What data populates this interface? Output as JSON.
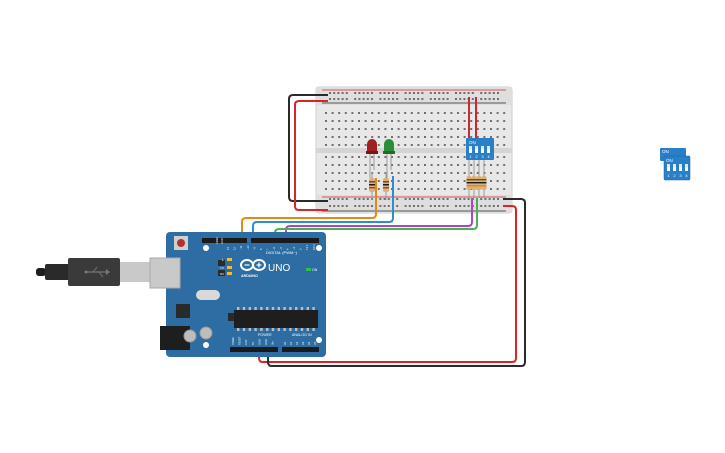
{
  "arduino": {
    "brand": "ARDUINO",
    "model": "UNO",
    "digital_label": "DIGITAL (PWM~)",
    "power_label": "POWER",
    "analog_label": "ANALOG IN",
    "on_label": "ON",
    "tx_label": "TX",
    "rx_label": "RX",
    "l_label": "L",
    "aref_label": "AREF",
    "gnd_label": "GND",
    "top_pins": [
      "13",
      "12",
      "~11",
      "~10",
      "~9",
      "8",
      "7",
      "~6",
      "~5",
      "4",
      "~3",
      "2",
      "TX 1",
      "RX 0"
    ],
    "power_pins": [
      "IOREF",
      "RESET",
      "3.3V",
      "5V",
      "GND",
      "GND",
      "Vin"
    ],
    "analog_pins": [
      "A0",
      "A1",
      "A2",
      "A3",
      "A4",
      "A5"
    ]
  },
  "dip_switch": {
    "on_label": "ON",
    "numbers": [
      "1",
      "2",
      "3",
      "4"
    ]
  },
  "colors": {
    "wire_red": "#d3262b",
    "wire_black": "#2a2a2a",
    "wire_orange": "#e08a17",
    "wire_blue": "#2b8fce",
    "wire_green": "#4caf50",
    "wire_purple": "#b043c9",
    "board_blue": "#2d6da3",
    "led_red": "#a01f1f",
    "led_green": "#2a8f3a",
    "dip_blue": "#2a7fc9"
  }
}
